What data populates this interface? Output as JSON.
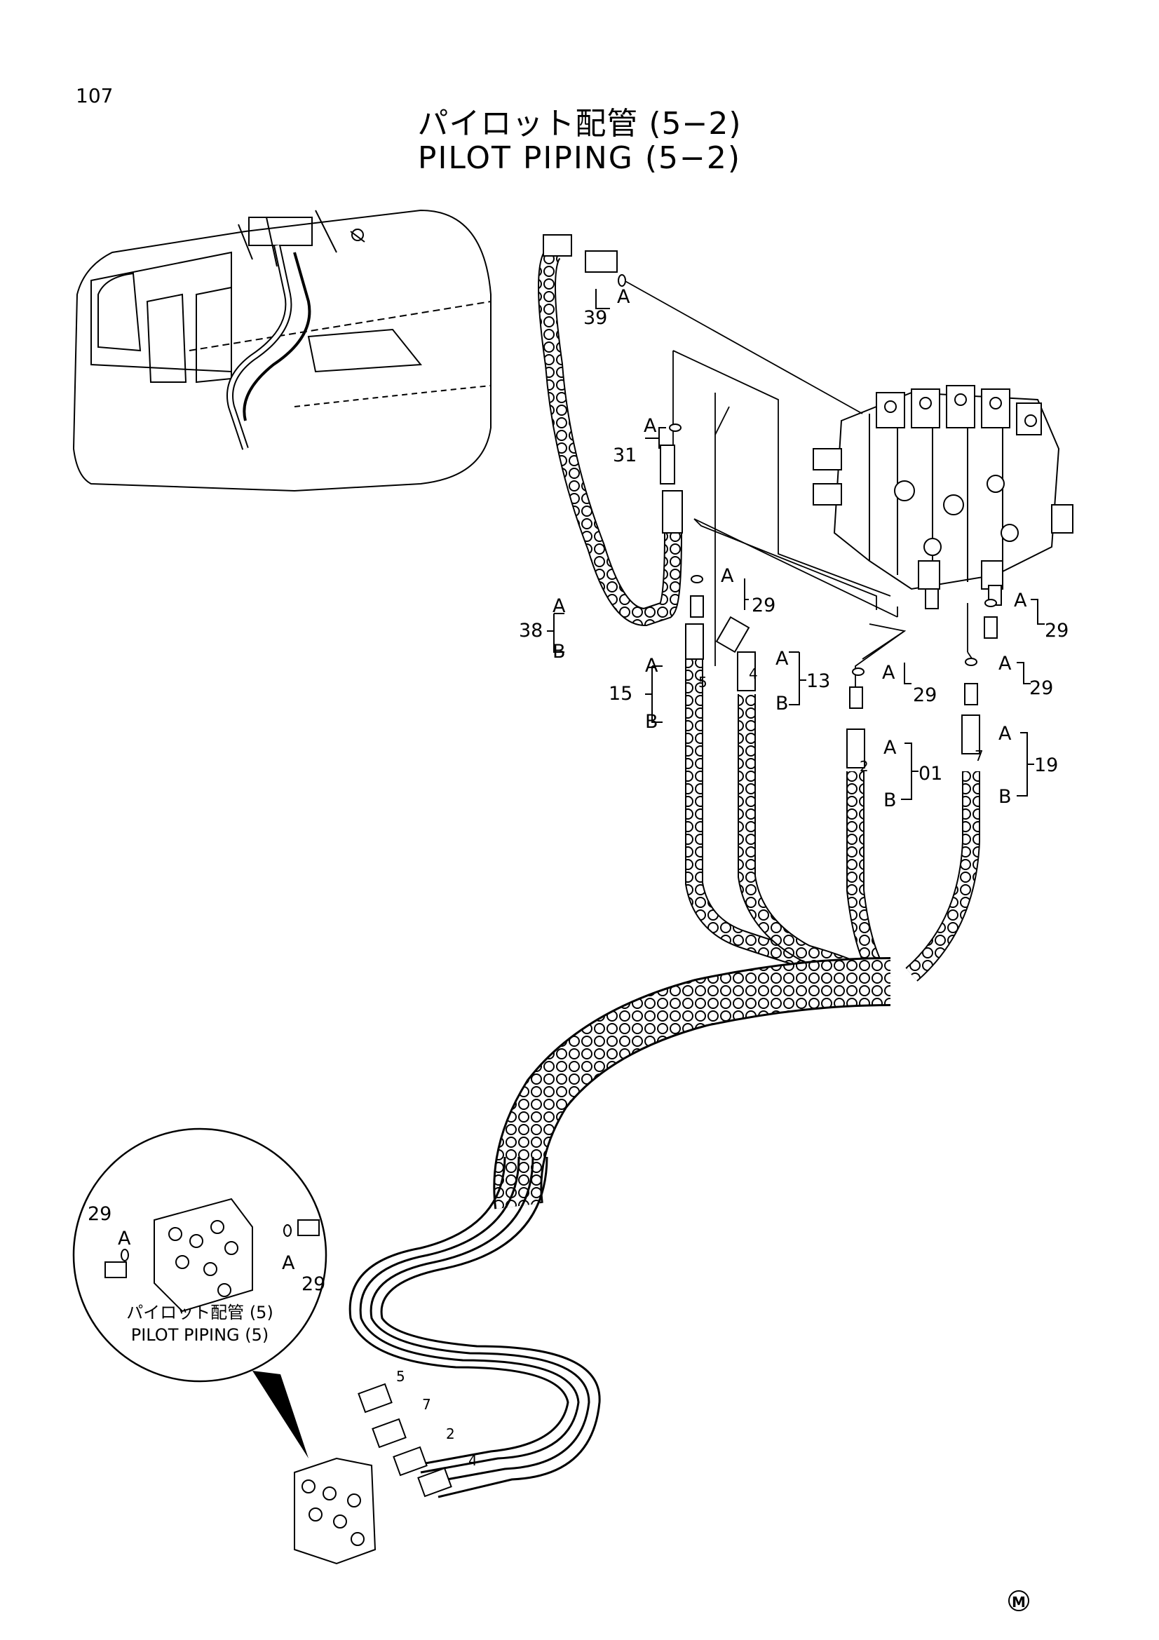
{
  "page_number": "107",
  "title_jp": "パイロット配管 (5−2)",
  "title_en": "PILOT PIPING (5−2)",
  "inset": {
    "title_jp": "パイロット配管 (5)",
    "title_en": "PILOT PIPING (5)",
    "left_label": "29",
    "left_sub": "A",
    "right_label": "29",
    "right_sub": "A"
  },
  "callouts": {
    "p39": "39",
    "p39a": "A",
    "p31": "31",
    "p31a": "A",
    "p38": "38",
    "p38a": "A",
    "p38b": "B",
    "p29a": "29",
    "p29a_a": "A",
    "p15": "15",
    "p15a": "A",
    "p15b": "B",
    "p15n": "5",
    "p13": "13",
    "p13a": "A",
    "p13b": "B",
    "p13n": "4",
    "p29b": "29",
    "p29b_a": "A",
    "p29c": "29",
    "p29c_a": "A",
    "p29d": "29",
    "p29d_a": "A",
    "p01": "01",
    "p01a": "A",
    "p01b": "B",
    "p01n": "2",
    "p19": "19",
    "p19a": "A",
    "p19b": "B",
    "p19n": "7"
  },
  "block_labels": {
    "h5": "5",
    "h7": "7",
    "h2": "2",
    "h4": "4"
  },
  "mark": "M"
}
